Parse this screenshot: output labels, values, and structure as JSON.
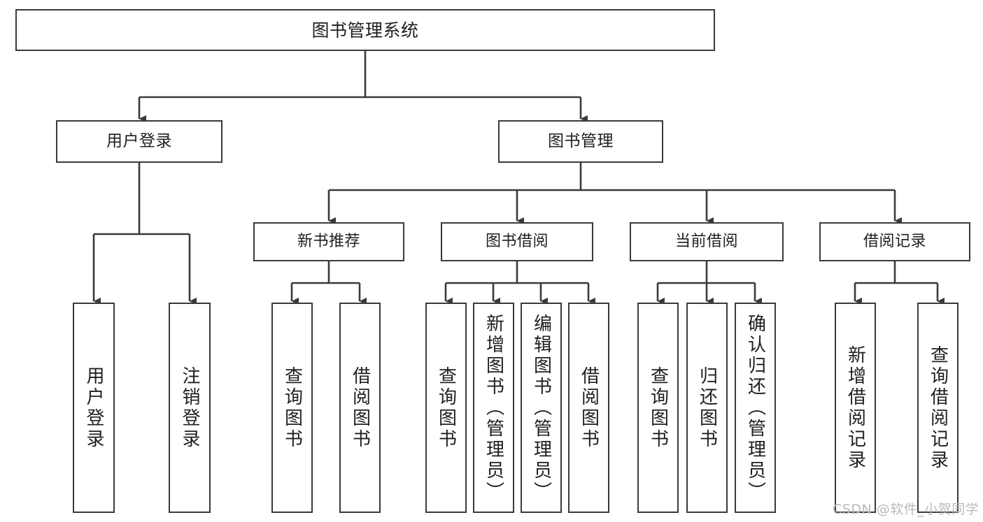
{
  "diagram": {
    "title": "图书管理系统",
    "type": "tree",
    "watermark": "CSDN @软件_小贺同学",
    "colors": {
      "stroke": "#3a3a3a",
      "fill": "#ffffff",
      "text": "#1f1f1f",
      "watermark": "#b9b9b9"
    },
    "nodes": {
      "root": {
        "label": "图书管理系统"
      },
      "level2": [
        {
          "id": "user-login",
          "label": "用户登录"
        },
        {
          "id": "book-manage",
          "label": "图书管理"
        }
      ],
      "level3": [
        {
          "id": "new-book-recommend",
          "label": "新书推荐"
        },
        {
          "id": "book-borrow",
          "label": "图书借阅"
        },
        {
          "id": "current-borrow",
          "label": "当前借阅"
        },
        {
          "id": "borrow-record",
          "label": "借阅记录"
        }
      ],
      "leaves": [
        {
          "id": "leaf-user-login",
          "label": "用户登录",
          "parent": "user-login"
        },
        {
          "id": "leaf-logout",
          "label": "注销登录",
          "parent": "user-login"
        },
        {
          "id": "leaf-query-book-1",
          "label": "查询图书",
          "parent": "new-book-recommend"
        },
        {
          "id": "leaf-borrow-book-1",
          "label": "借阅图书",
          "parent": "new-book-recommend"
        },
        {
          "id": "leaf-query-book-2",
          "label": "查询图书",
          "parent": "book-borrow"
        },
        {
          "id": "leaf-add-book",
          "label": "新增图书（管理员）",
          "parent": "book-borrow"
        },
        {
          "id": "leaf-edit-book",
          "label": "编辑图书（管理员）",
          "parent": "book-borrow"
        },
        {
          "id": "leaf-borrow-book-2",
          "label": "借阅图书",
          "parent": "book-borrow"
        },
        {
          "id": "leaf-query-book-3",
          "label": "查询图书",
          "parent": "current-borrow"
        },
        {
          "id": "leaf-return-book",
          "label": "归还图书",
          "parent": "current-borrow"
        },
        {
          "id": "leaf-confirm-return",
          "label": "确认归还（管理员）",
          "parent": "current-borrow"
        },
        {
          "id": "leaf-add-record",
          "label": "新增借阅记录",
          "parent": "borrow-record"
        },
        {
          "id": "leaf-query-record",
          "label": "查询借阅记录",
          "parent": "borrow-record"
        }
      ]
    }
  }
}
